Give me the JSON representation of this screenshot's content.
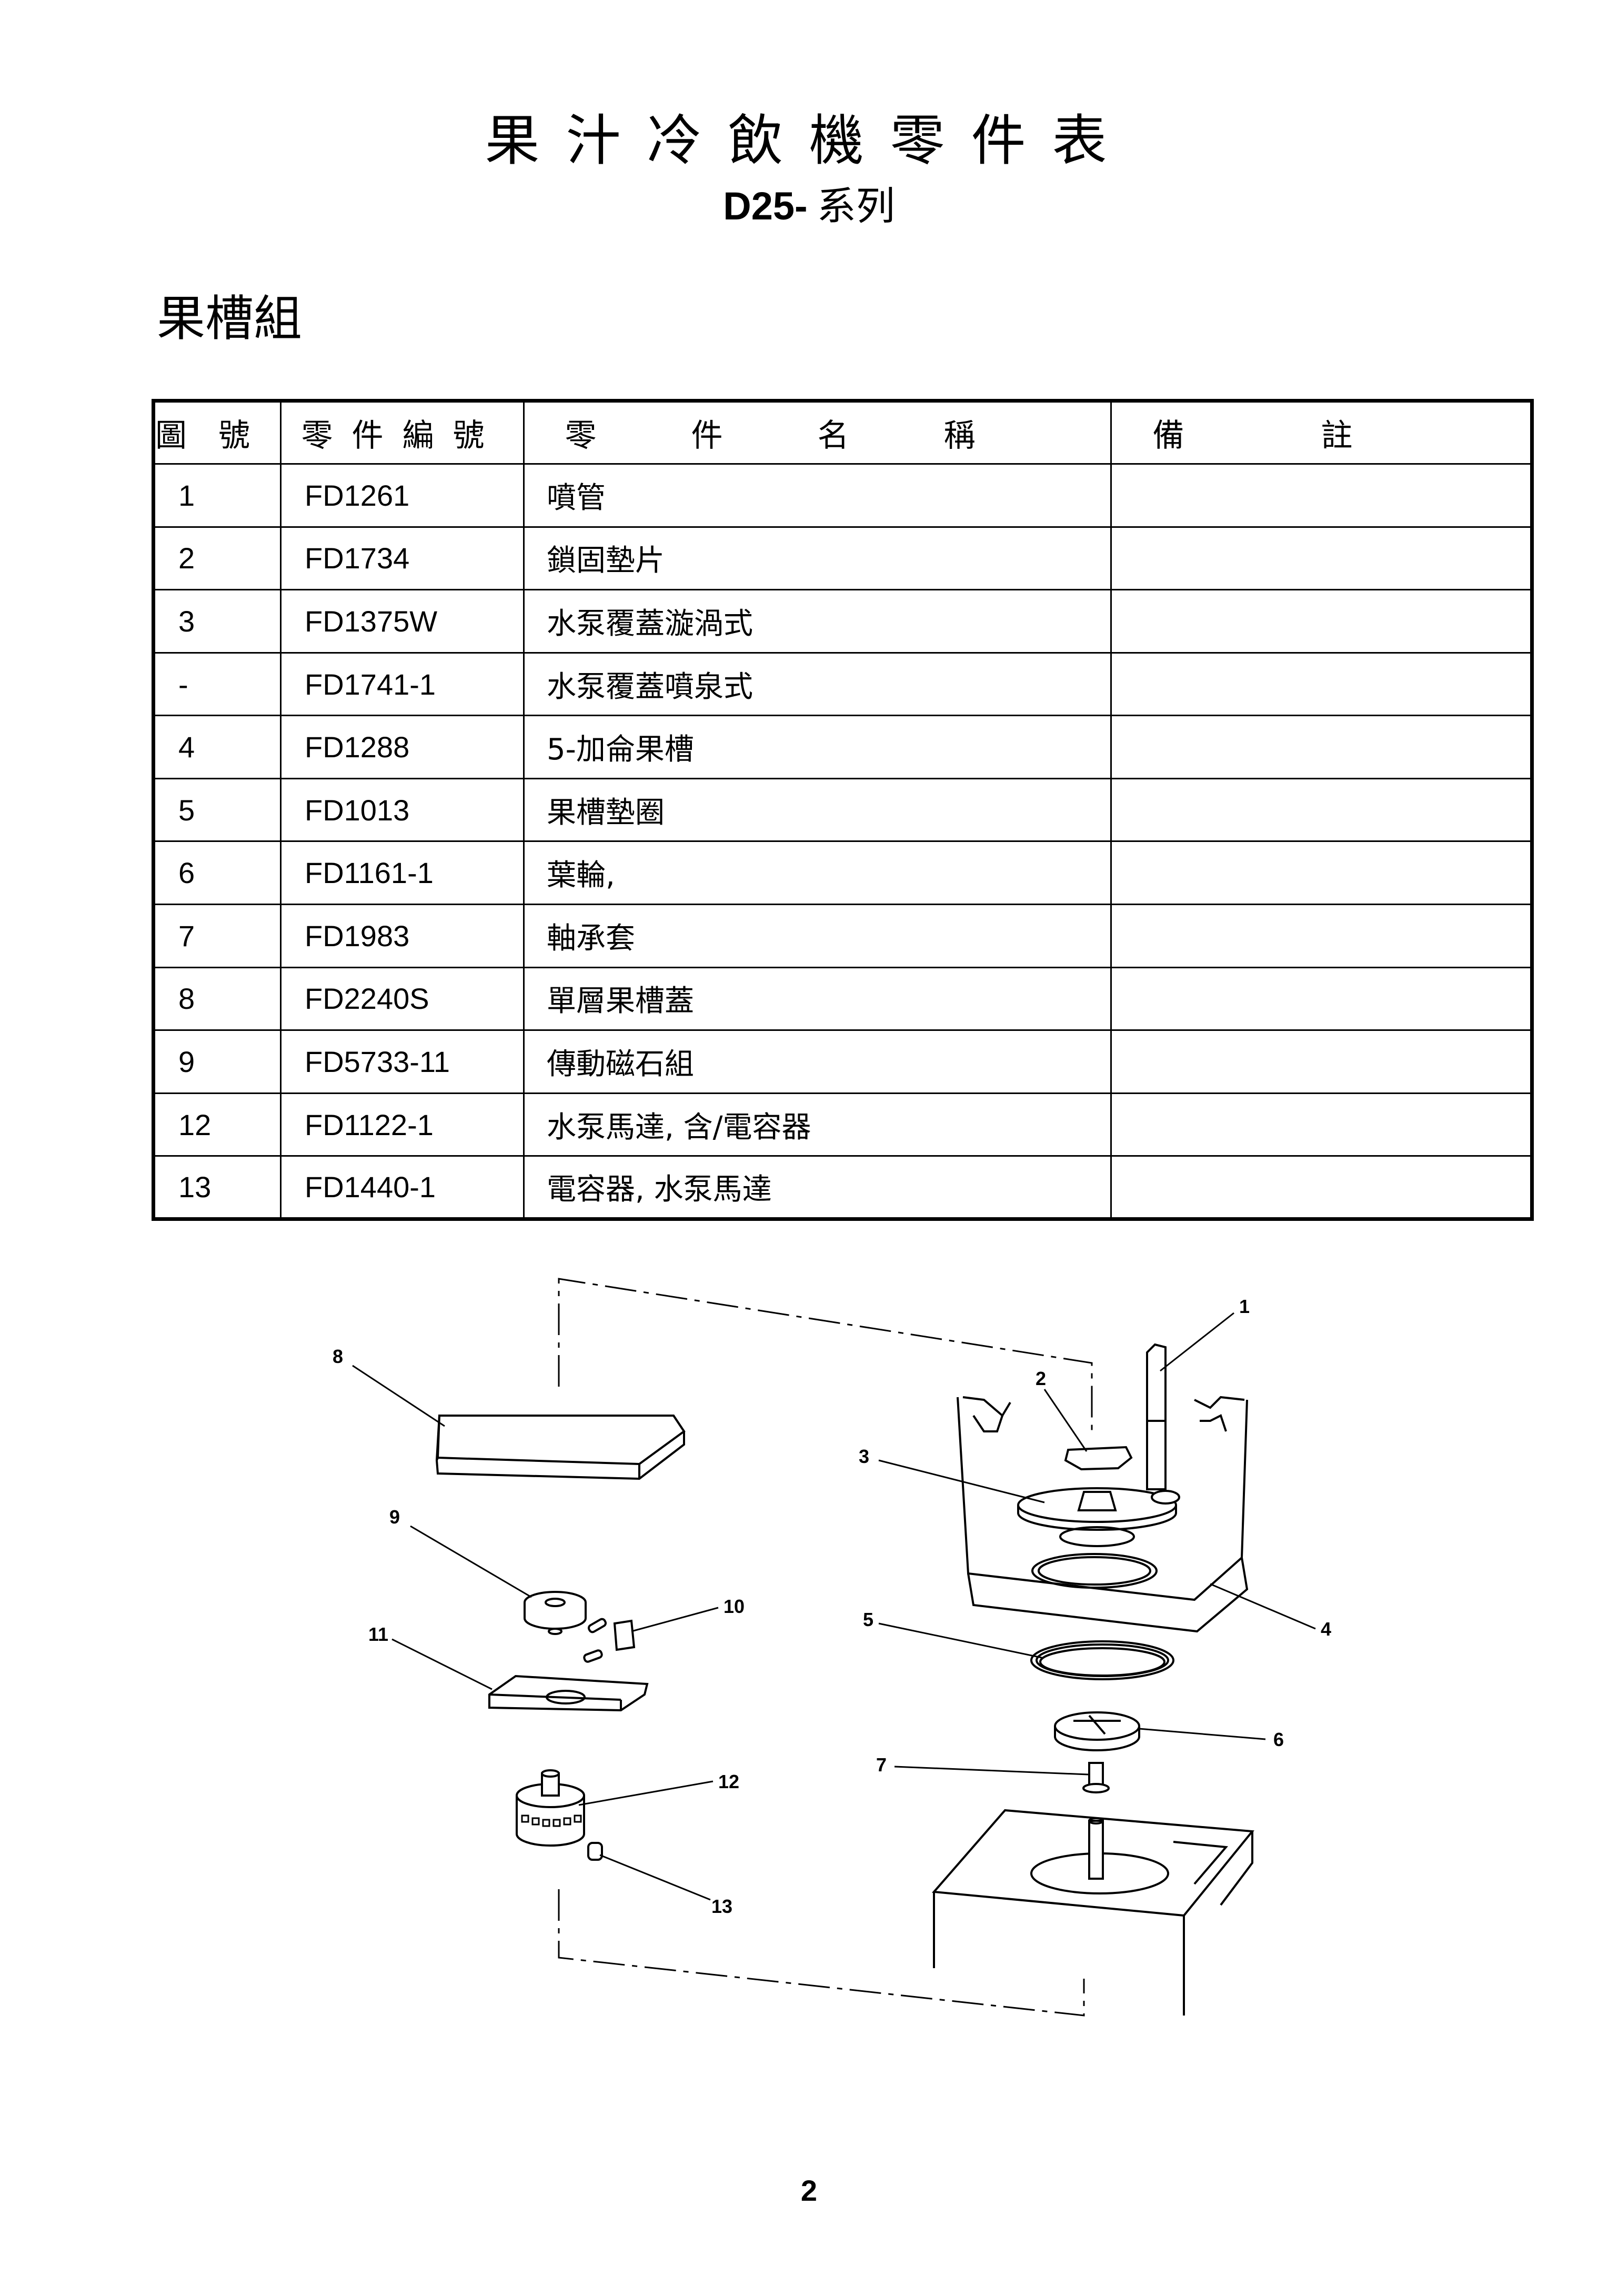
{
  "header": {
    "title": "果汁冷飲機零件表",
    "model": "D25-",
    "series": "系列"
  },
  "section_title": "果槽組",
  "table": {
    "headers": [
      "圖號",
      "零件編號",
      "零件名稱",
      "備註"
    ],
    "rows": [
      {
        "fig": "1",
        "code": "FD1261",
        "name": "噴管",
        "note": ""
      },
      {
        "fig": "2",
        "code": "FD1734",
        "name": "鎖固墊片",
        "note": ""
      },
      {
        "fig": "3",
        "code": "FD1375W",
        "name": "水泵覆蓋漩渦式",
        "note": ""
      },
      {
        "fig": "-",
        "code": "FD1741-1",
        "name": "水泵覆蓋噴泉式",
        "note": ""
      },
      {
        "fig": "4",
        "code": "FD1288",
        "name": "5-加侖果槽",
        "note": ""
      },
      {
        "fig": "5",
        "code": "FD1013",
        "name": "果槽墊圈",
        "note": ""
      },
      {
        "fig": "6",
        "code": "FD1161-1",
        "name": "葉輪,",
        "note": ""
      },
      {
        "fig": "7",
        "code": "FD1983",
        "name": "軸承套",
        "note": ""
      },
      {
        "fig": "8",
        "code": "FD2240S",
        "name": "單層果槽蓋",
        "note": ""
      },
      {
        "fig": "9",
        "code": "FD5733-11",
        "name": "傳動磁石組",
        "note": ""
      },
      {
        "fig": "12",
        "code": "FD1122-1",
        "name": "水泵馬達, 含/電容器",
        "note": ""
      },
      {
        "fig": "13",
        "code": "FD1440-1",
        "name": "電容器, 水泵馬達",
        "note": ""
      }
    ]
  },
  "diagram": {
    "callouts": {
      "c1": "1",
      "c2": "2",
      "c3": "3",
      "c4": "4",
      "c5": "5",
      "c6": "6",
      "c7": "7",
      "c8": "8",
      "c9": "9",
      "c10": "10",
      "c11": "11",
      "c12": "12",
      "c13": "13"
    }
  },
  "page_number": "2"
}
